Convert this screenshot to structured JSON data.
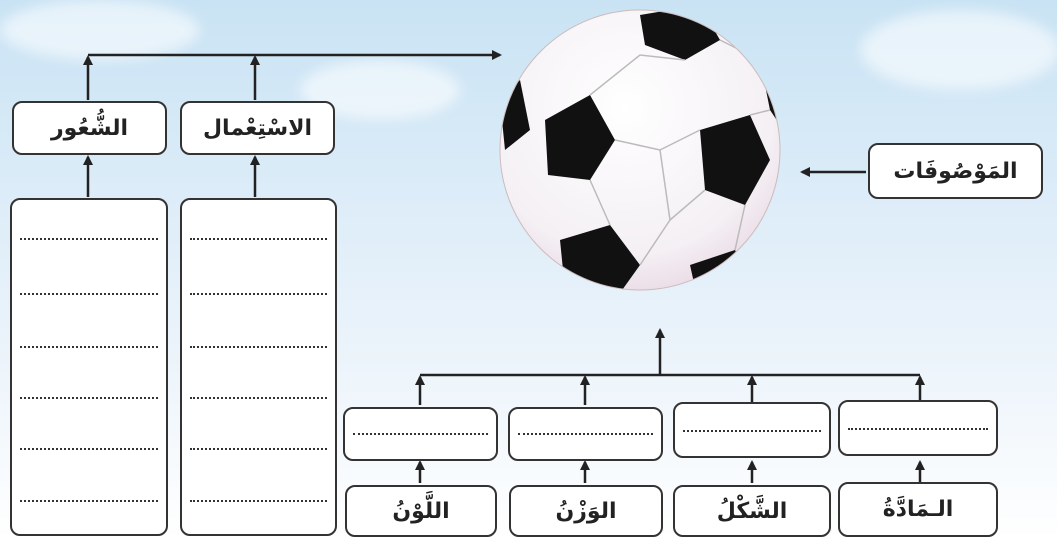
{
  "labels": {
    "feeling": "الشُّعُور",
    "usage": "الاسْتِعْمال",
    "descriptions": "المَوْصُوفَات",
    "material": "الـمَادَّةُ",
    "shape": "الشَّكْلُ",
    "weight": "الوَزْنُ",
    "color": "اللَّوْنُ"
  },
  "colors": {
    "border": "#333333",
    "sky": "#c9e3f4"
  }
}
